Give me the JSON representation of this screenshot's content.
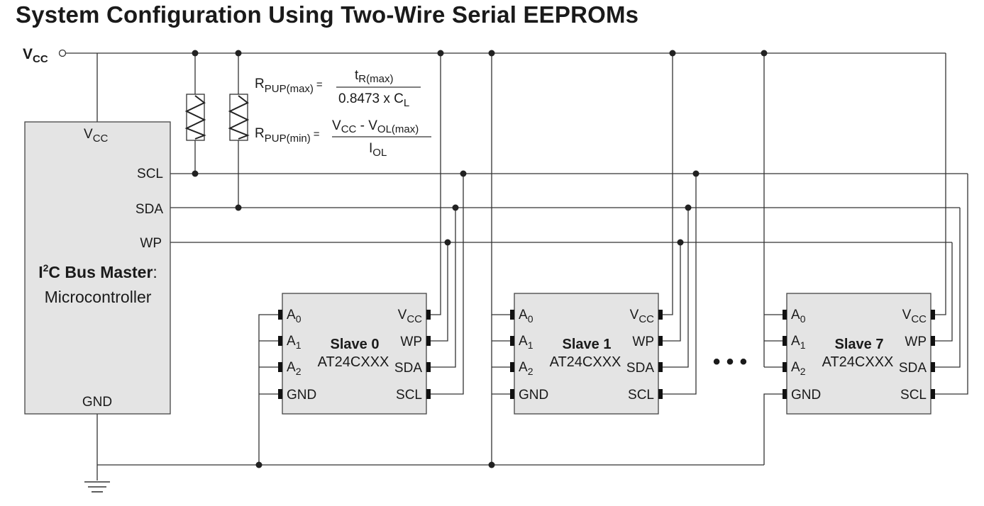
{
  "title": "System Configuration Using Two-Wire Serial EEPROMs",
  "vcc_source": {
    "main": "V",
    "sub": "CC"
  },
  "formula_max": {
    "lhs_main": "R",
    "lhs_sub": "PUP(max)",
    "equals": "=",
    "num_main": "t",
    "num_sub": "R(max)",
    "den_main": "0.8473 x C",
    "den_sub": "L"
  },
  "formula_min": {
    "lhs_main": "R",
    "lhs_sub": "PUP(min)",
    "equals": "=",
    "num_a": "V",
    "num_a_sub": "CC",
    "num_op": " - V",
    "num_b_sub": "OL(max)",
    "den_main": "I",
    "den_sub": "OL"
  },
  "master": {
    "vcc_main": "V",
    "vcc_sub": "CC",
    "scl": "SCL",
    "sda": "SDA",
    "wp": "WP",
    "gnd": "GND",
    "name_a": "I",
    "name_sup": "2",
    "name_b": "C Bus Master",
    "name_colon": ":",
    "subtitle": "Microcontroller"
  },
  "slaves": [
    {
      "name": "Slave 0",
      "part": "AT24CXXX"
    },
    {
      "name": "Slave 1",
      "part": "AT24CXXX"
    },
    {
      "name": "Slave 7",
      "part": "AT24CXXX"
    }
  ],
  "slave_pins": {
    "a": "A",
    "a0_sub": "0",
    "a1_sub": "1",
    "a2_sub": "2",
    "gnd": "GND",
    "vcc_main": "V",
    "vcc_sub": "CC",
    "wp": "WP",
    "sda": "SDA",
    "scl": "SCL"
  },
  "ellipsis": "• • •"
}
